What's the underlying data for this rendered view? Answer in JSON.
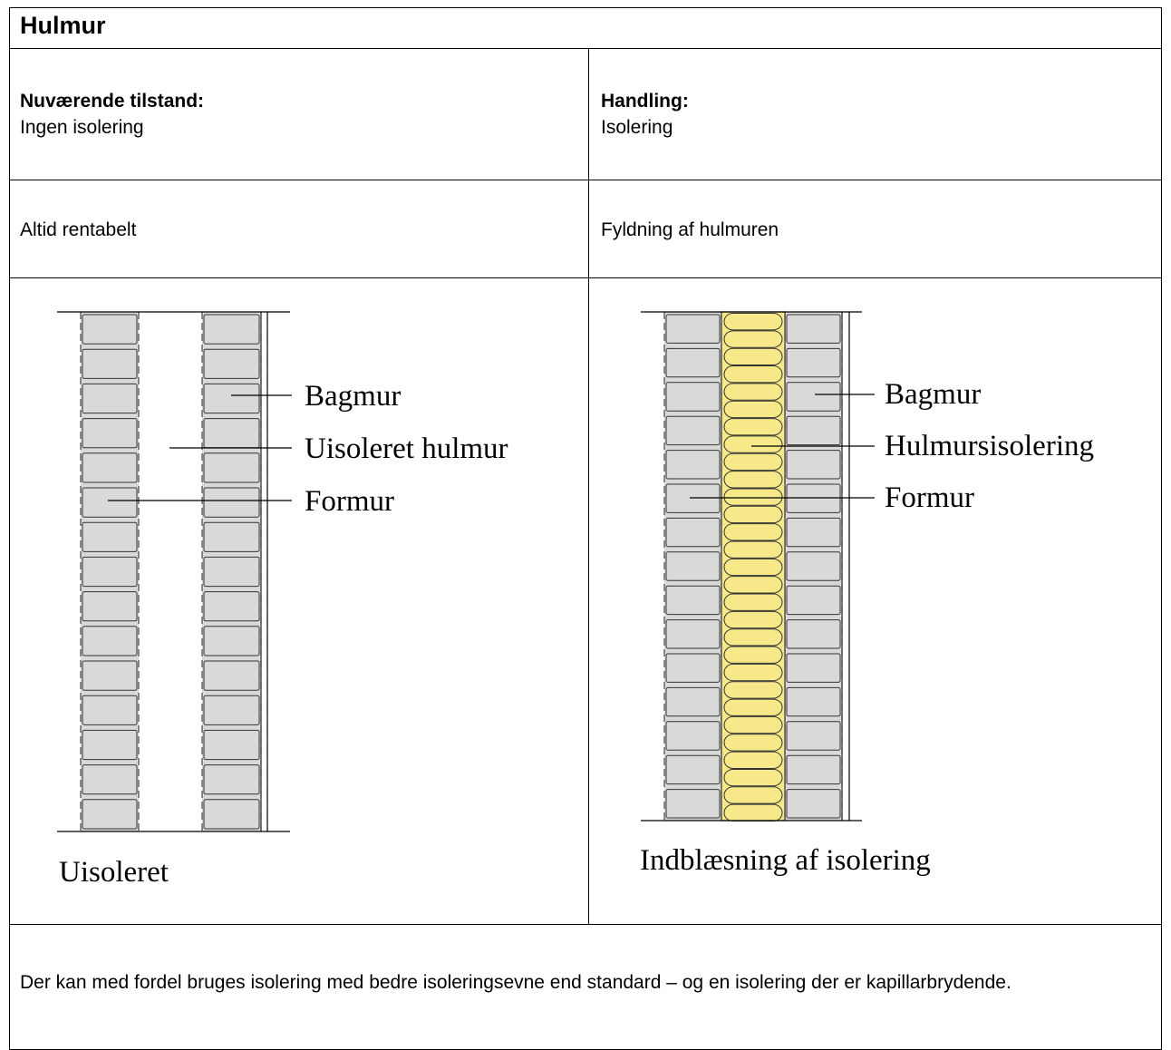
{
  "title": "Hulmur",
  "current": {
    "label": "Nuværende tilstand:",
    "value": "Ingen isolering"
  },
  "action": {
    "label": "Handling:",
    "value": "Isolering"
  },
  "profitability": "Altid rentabelt",
  "method": "Fyldning af hulmuren",
  "left_diagram": {
    "labels": [
      "Bagmur",
      "Uisoleret hulmur",
      "Formur"
    ],
    "caption": "Uisoleret"
  },
  "right_diagram": {
    "labels": [
      "Bagmur",
      "Hulmursisolering",
      "Formur"
    ],
    "caption": "Indblæsning af isolering"
  },
  "note": "Der kan med fordel bruges isolering med bedre isoleringsevne end standard – og en isolering der er kapillarbrydende.",
  "colors": {
    "brick": "#d9d9d9",
    "insulation": "#f7e98a"
  }
}
